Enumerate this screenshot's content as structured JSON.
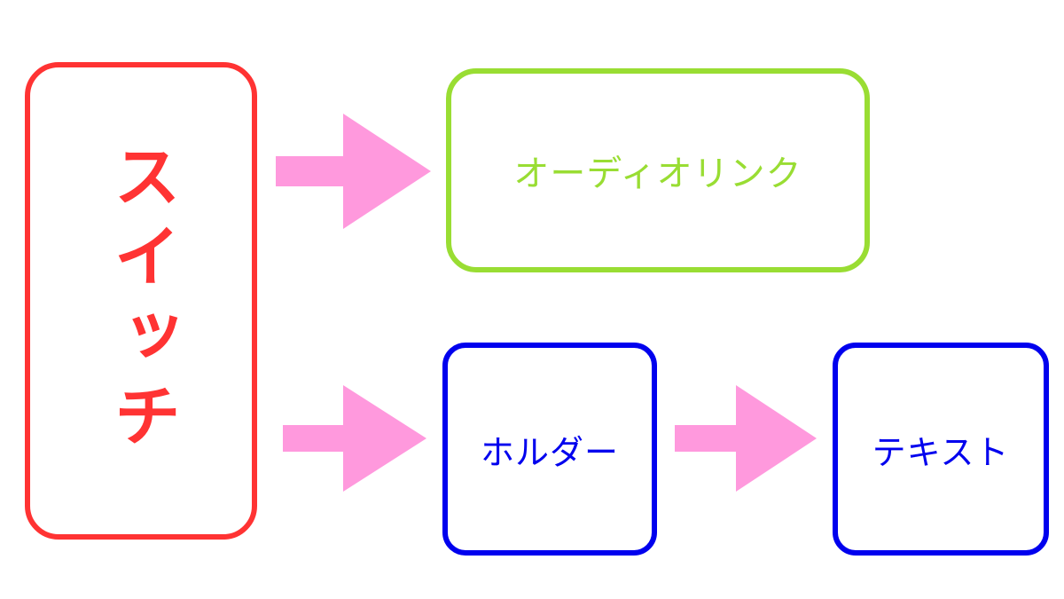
{
  "diagram": {
    "nodes": [
      {
        "id": "switch",
        "label": "スイッチ",
        "color": "#ff3333"
      },
      {
        "id": "audio_link",
        "label": "オーディオリンク",
        "color": "#99dd33"
      },
      {
        "id": "holder",
        "label": "ホルダー",
        "color": "#0000ee"
      },
      {
        "id": "text",
        "label": "テキスト",
        "color": "#0000ee"
      }
    ],
    "edges": [
      {
        "from": "switch",
        "to": "audio_link"
      },
      {
        "from": "switch",
        "to": "holder"
      },
      {
        "from": "holder",
        "to": "text"
      }
    ],
    "arrow_color": "#ff99dd"
  }
}
